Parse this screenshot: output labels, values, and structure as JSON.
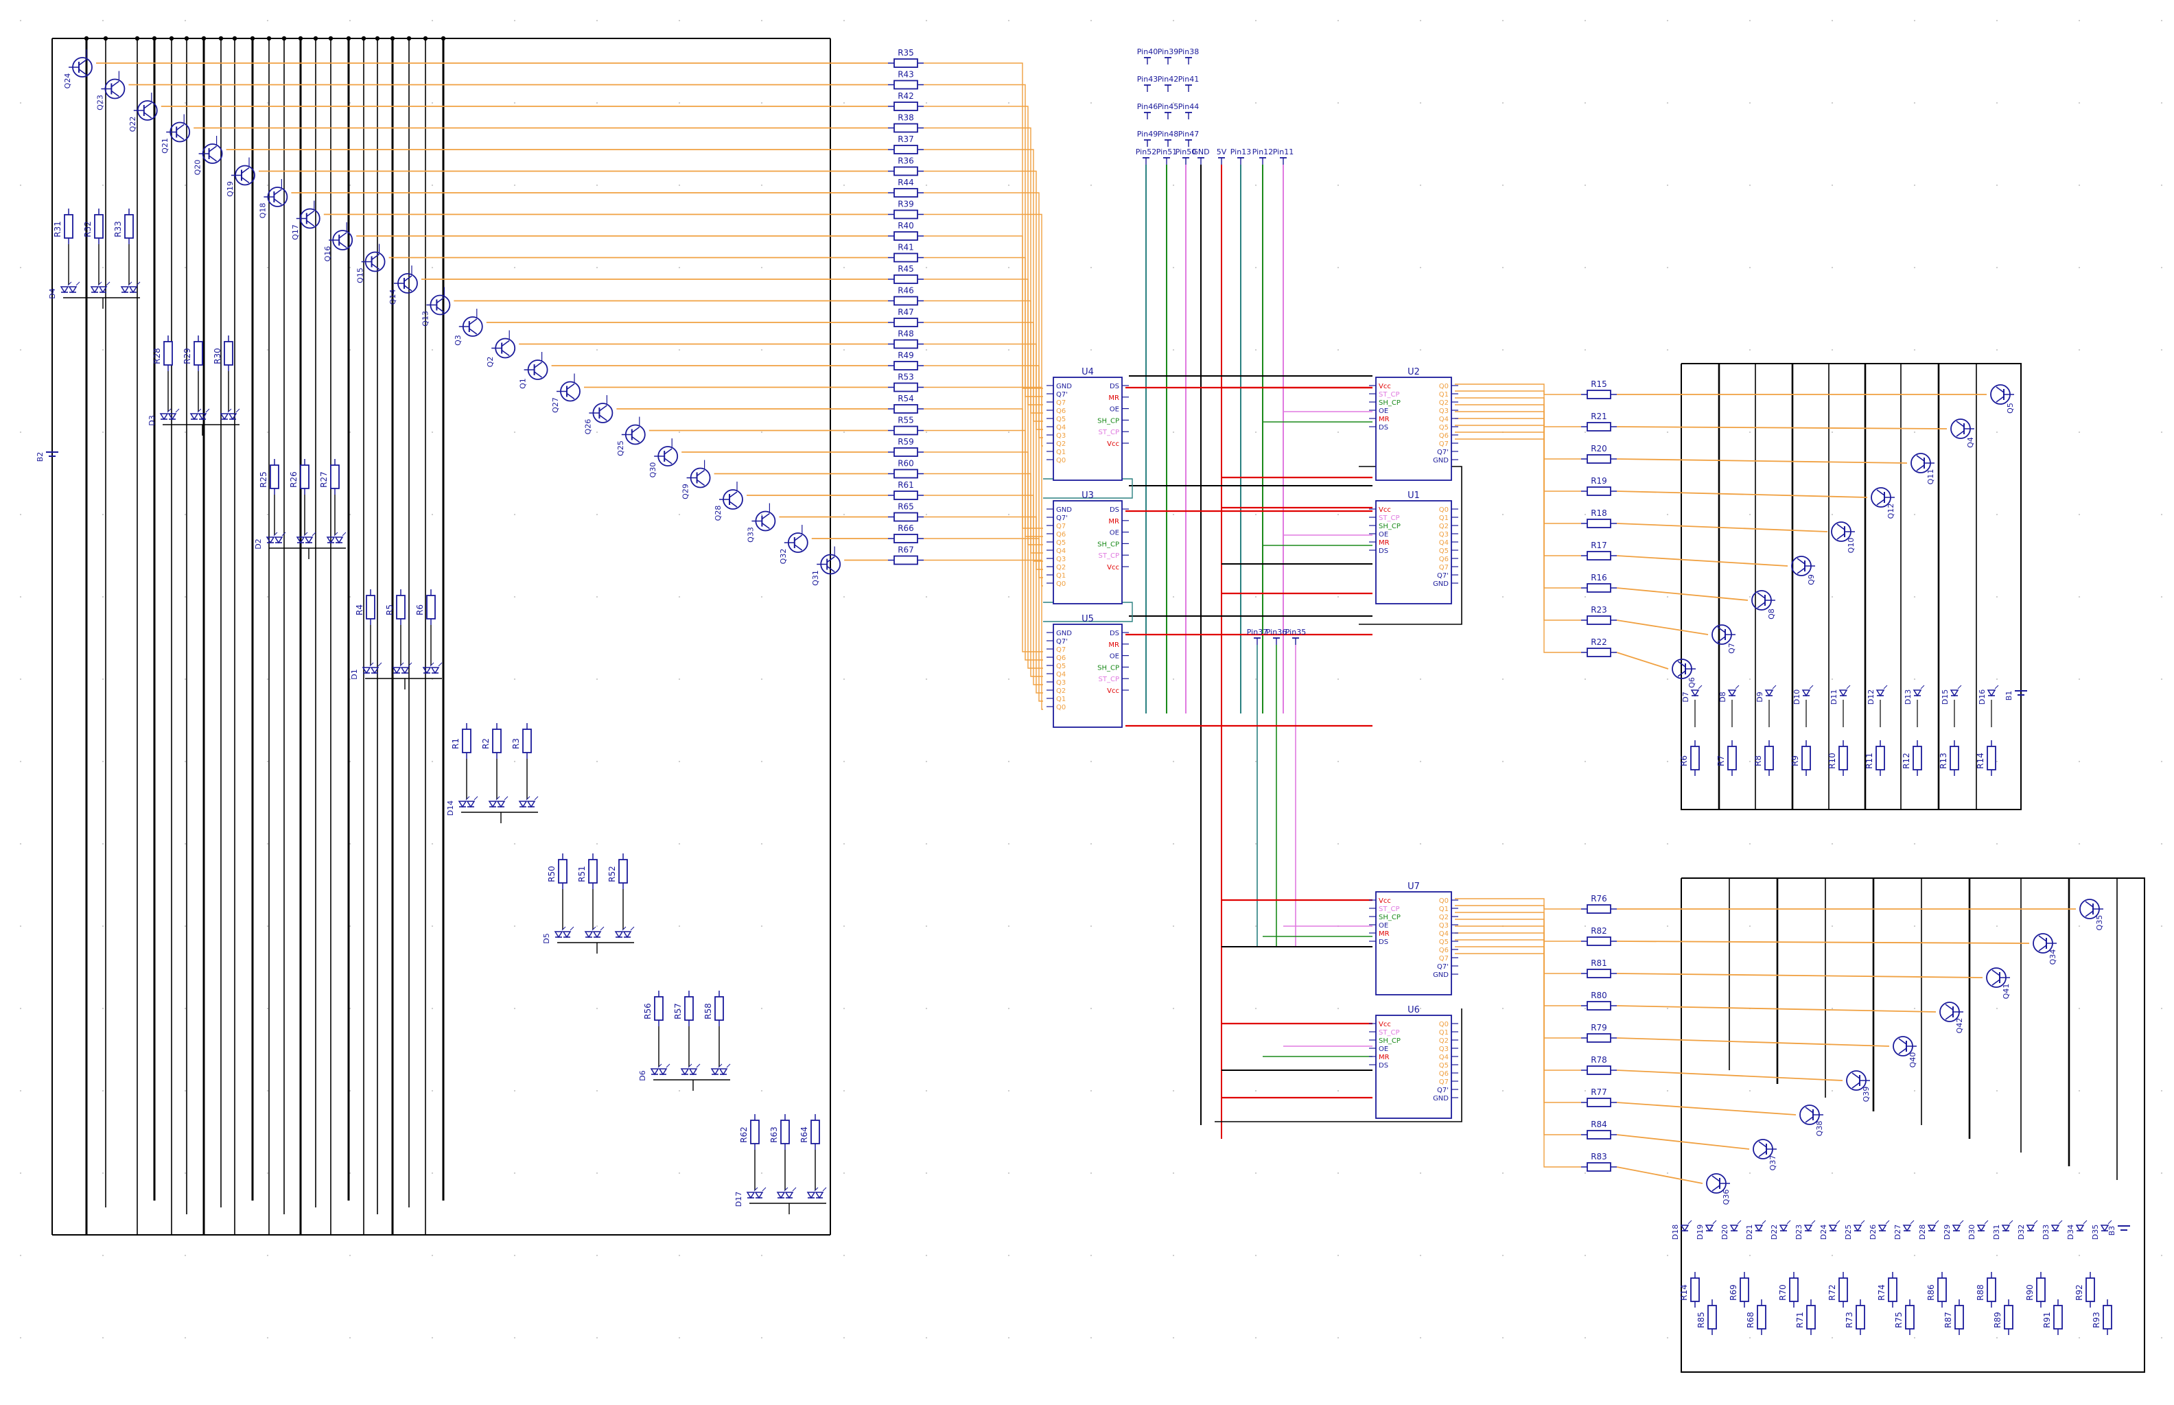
{
  "colors": {
    "background": "#ffffff",
    "grid_dot": "#c8c8c8",
    "black_wire": "#000000",
    "orange_wire": "#f0a040",
    "red_wire": "#e00000",
    "green_wire": "#1a8a1a",
    "teal_wire": "#2a8080",
    "pink_wire": "#e07ae0",
    "component": "#1a1a9a",
    "label": "#1a1a9a"
  },
  "batteries": [
    {
      "ref": "B2"
    },
    {
      "ref": "B1"
    },
    {
      "ref": "B3"
    }
  ],
  "left_resistors": [
    "R35",
    "R43",
    "R42",
    "R38",
    "R37",
    "R36",
    "R44",
    "R39",
    "R40",
    "R41",
    "R45",
    "R46",
    "R47",
    "R48",
    "R49",
    "R53",
    "R54",
    "R55",
    "R59",
    "R60",
    "R61",
    "R65",
    "R66",
    "R67"
  ],
  "left_transistors": [
    "Q24",
    "Q23",
    "Q22",
    "Q21",
    "Q20",
    "Q19",
    "Q18",
    "Q17",
    "Q16",
    "Q15",
    "Q14",
    "Q13",
    "Q3",
    "Q2",
    "Q1",
    "Q27",
    "Q26",
    "Q25",
    "Q30",
    "Q29",
    "Q28",
    "Q33",
    "Q32",
    "Q31"
  ],
  "left_groups": [
    {
      "resistors": [
        "R31",
        "R32",
        "R33"
      ],
      "led": "D4"
    },
    {
      "resistors": [
        "R28",
        "R29",
        "R30"
      ],
      "led": "D3"
    },
    {
      "resistors": [
        "R25",
        "R26",
        "R27"
      ],
      "led": "D2"
    },
    {
      "resistors": [
        "R4",
        "R5",
        "R6"
      ],
      "led": "D1"
    },
    {
      "resistors": [
        "R1",
        "R2",
        "R3"
      ],
      "led": "D14"
    },
    {
      "resistors": [
        "R50",
        "R51",
        "R52"
      ],
      "led": "D5"
    },
    {
      "resistors": [
        "R56",
        "R57",
        "R58"
      ],
      "led": "D6"
    },
    {
      "resistors": [
        "R62",
        "R63",
        "R64"
      ],
      "led": "D17"
    }
  ],
  "ics": [
    {
      "ref": "U4",
      "left_pins": [
        "GND",
        "Q7'",
        "Q7",
        "Q6",
        "Q5",
        "Q4",
        "Q3",
        "Q2",
        "Q1",
        "Q0"
      ],
      "right_pins": [
        "DS",
        "MR",
        "OE",
        "SH_CP",
        "ST_CP",
        "Vcc"
      ]
    },
    {
      "ref": "U3",
      "left_pins": [
        "GND",
        "Q7'",
        "Q7",
        "Q6",
        "Q5",
        "Q4",
        "Q3",
        "Q2",
        "Q1",
        "Q0"
      ],
      "right_pins": [
        "DS",
        "MR",
        "OE",
        "SH_CP",
        "ST_CP",
        "Vcc"
      ]
    },
    {
      "ref": "U5",
      "left_pins": [
        "GND",
        "Q7'",
        "Q7",
        "Q6",
        "Q5",
        "Q4",
        "Q3",
        "Q2",
        "Q1",
        "Q0"
      ],
      "right_pins": [
        "DS",
        "MR",
        "OE",
        "SH_CP",
        "ST_CP",
        "Vcc"
      ]
    },
    {
      "ref": "U2",
      "left_pins": [
        "Vcc",
        "ST_CP",
        "SH_CP",
        "OE",
        "MR",
        "DS"
      ],
      "right_pins": [
        "Q0",
        "Q1",
        "Q2",
        "Q3",
        "Q4",
        "Q5",
        "Q6",
        "Q7",
        "Q7'",
        "GND"
      ]
    },
    {
      "ref": "U1",
      "left_pins": [
        "Vcc",
        "ST_CP",
        "SH_CP",
        "OE",
        "MR",
        "DS"
      ],
      "right_pins": [
        "Q0",
        "Q1",
        "Q2",
        "Q3",
        "Q4",
        "Q5",
        "Q6",
        "Q7",
        "Q7'",
        "GND"
      ]
    },
    {
      "ref": "U7",
      "left_pins": [
        "Vcc",
        "ST_CP",
        "SH_CP",
        "OE",
        "MR",
        "DS"
      ],
      "right_pins": [
        "Q0",
        "Q1",
        "Q2",
        "Q3",
        "Q4",
        "Q5",
        "Q6",
        "Q7",
        "Q7'",
        "GND"
      ]
    },
    {
      "ref": "U6",
      "left_pins": [
        "Vcc",
        "ST_CP",
        "SH_CP",
        "OE",
        "MR",
        "DS"
      ],
      "right_pins": [
        "Q0",
        "Q1",
        "Q2",
        "Q3",
        "Q4",
        "Q5",
        "Q6",
        "Q7",
        "Q7'",
        "GND"
      ]
    }
  ],
  "top_pins": {
    "rows": [
      [
        "Pin40",
        "Pin39",
        "Pin38"
      ],
      [
        "Pin43",
        "Pin42",
        "Pin41"
      ],
      [
        "Pin46",
        "Pin45",
        "Pin44"
      ],
      [
        "Pin49",
        "Pin48",
        "Pin47"
      ]
    ],
    "bus": [
      "Pin52",
      "Pin51",
      "Pin50",
      "GND",
      "5V",
      "Pin13",
      "Pin12",
      "Pin11"
    ],
    "mid": [
      "Pin37",
      "Pin36",
      "Pin35"
    ]
  },
  "right_top": {
    "resistors": [
      "R15",
      "R21",
      "R20",
      "R19",
      "R18",
      "R17",
      "R16",
      "R23",
      "R22"
    ],
    "transistors": [
      "Q5",
      "Q4",
      "Q11",
      "Q12",
      "Q10",
      "Q9",
      "Q8",
      "Q7",
      "Q6"
    ],
    "leds": [
      "D7",
      "D8",
      "D9",
      "D10",
      "D11",
      "D12",
      "D13",
      "D15",
      "D16"
    ],
    "bottom_resistors": [
      "R6",
      "R7",
      "R8",
      "R9",
      "R10",
      "R11",
      "R12",
      "R13",
      "R14"
    ]
  },
  "right_bottom": {
    "resistors": [
      "R76",
      "R82",
      "R81",
      "R80",
      "R79",
      "R78",
      "R77",
      "R84",
      "R83"
    ],
    "transistors": [
      "Q35",
      "Q34",
      "Q41",
      "Q42",
      "Q40",
      "Q39",
      "Q38",
      "Q37",
      "Q36"
    ],
    "leds": [
      "D18",
      "D19",
      "D20",
      "D21",
      "D22",
      "D23",
      "D24",
      "D25",
      "D26",
      "D27",
      "D28",
      "D29",
      "D30",
      "D31",
      "D32",
      "D33",
      "D34",
      "D35"
    ],
    "upper_resistors": [
      "R14",
      "R69",
      "R70",
      "R72",
      "R74",
      "R86",
      "R88",
      "R90",
      "R92"
    ],
    "lower_resistors": [
      "R85",
      "R68",
      "R71",
      "R73",
      "R75",
      "R87",
      "R89",
      "R91",
      "R93"
    ]
  }
}
